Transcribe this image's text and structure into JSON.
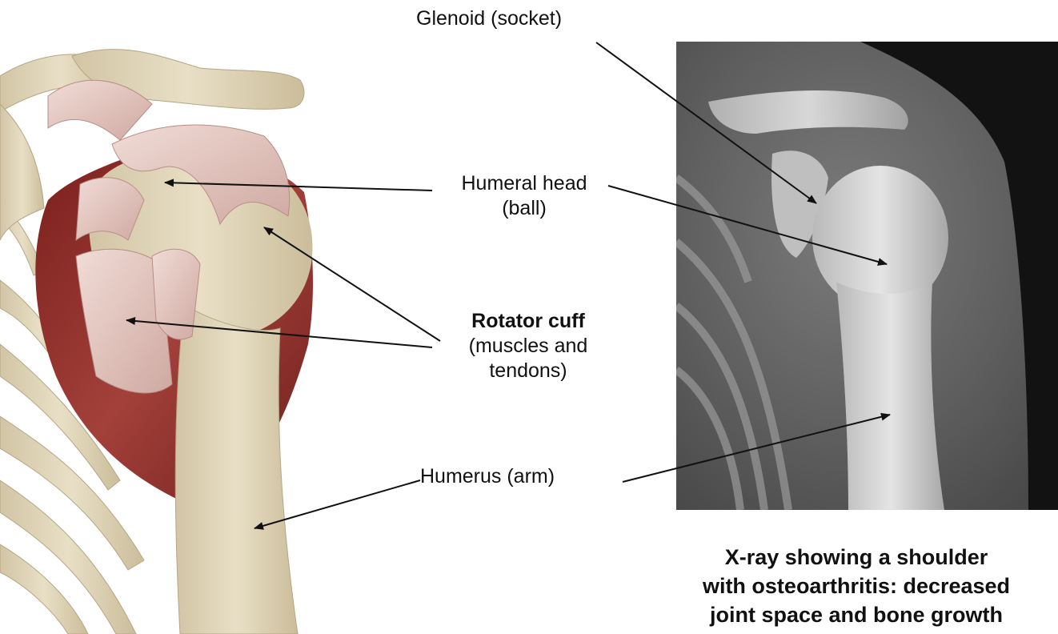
{
  "labels": {
    "glenoid": "Glenoid (socket)",
    "humeral_head_line1": "Humeral head",
    "humeral_head_line2": "(ball)",
    "rotator_cuff_title": "Rotator cuff",
    "rotator_cuff_line2": "(muscles and",
    "rotator_cuff_line3": "tendons)",
    "humerus": "Humerus (arm)"
  },
  "caption": {
    "line1": "X-ray showing a shoulder",
    "line2": "with osteoarthritis: decreased",
    "line3": "joint space and bone growth"
  },
  "colors": {
    "bone": "#e6dcc2",
    "bone_shadow": "#c9bc9c",
    "muscle_red": "#8c2b26",
    "tendon_pink": "#e3c6c0",
    "xray_dark": "#141414",
    "xray_light": "#d8d8d8"
  }
}
